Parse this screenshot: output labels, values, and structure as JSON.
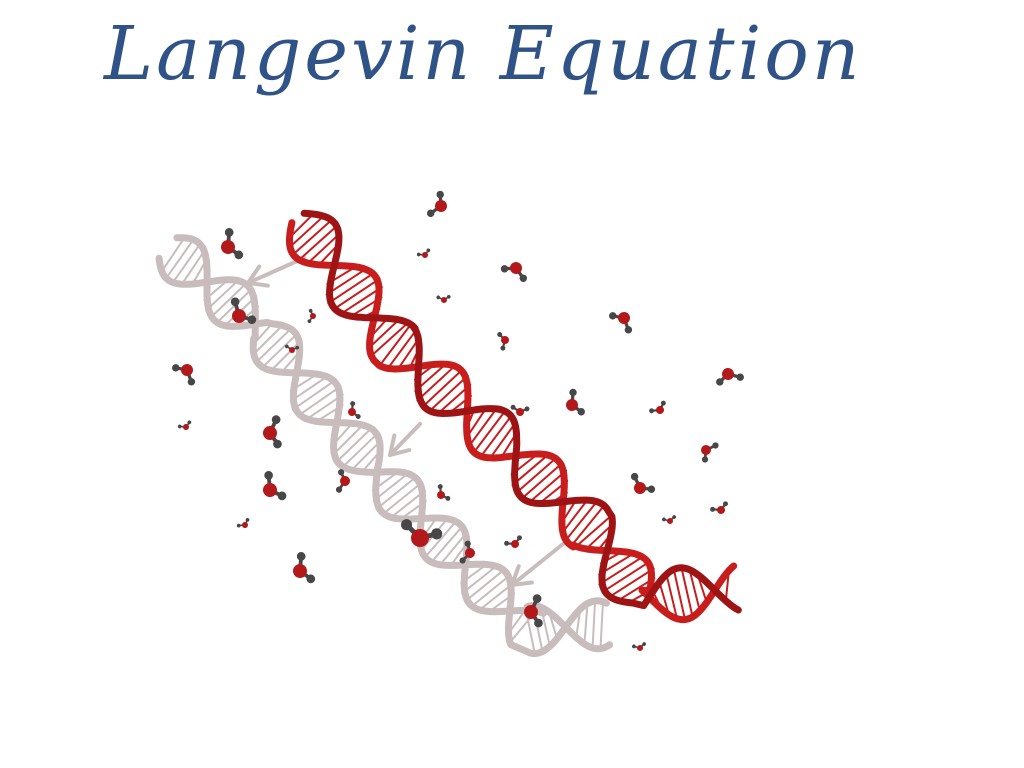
{
  "title": {
    "text": "Langevin Equation",
    "color": "#2f5387"
  },
  "colors": {
    "strand_current": "#c81d1d",
    "strand_current_dark": "#9e1414",
    "strand_previous": "#c9bcbc",
    "oxygen": "#b3191a",
    "hydrogen": "#474747"
  },
  "illustration": {
    "molecule": "dna-double-helix",
    "solvent": "water-molecules",
    "motion": "arrows pointing from current helix toward previous helix position"
  }
}
